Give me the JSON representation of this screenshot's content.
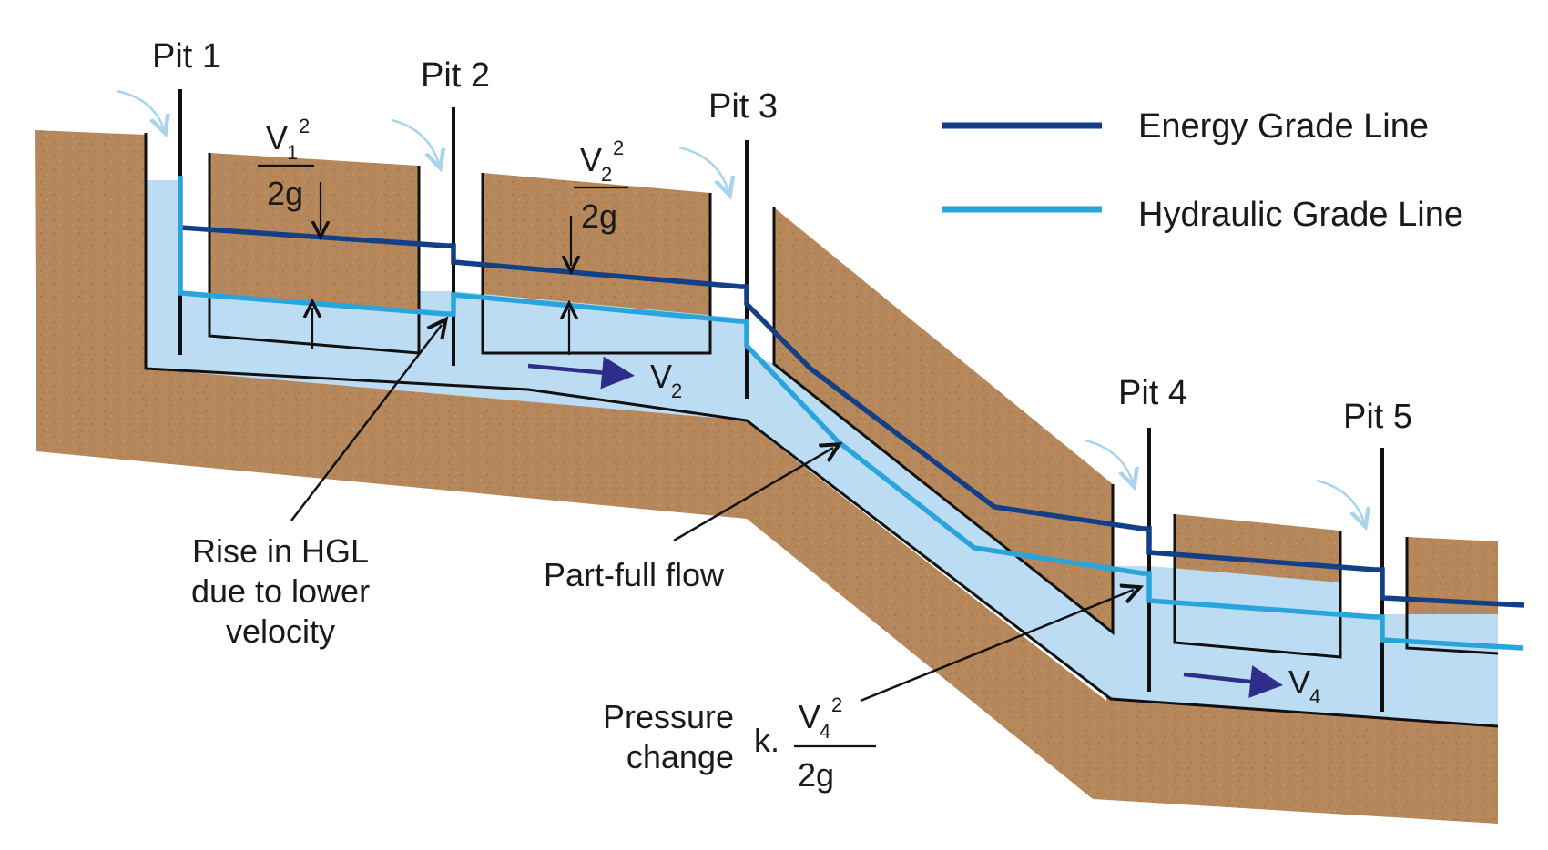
{
  "pits": [
    "Pit 1",
    "Pit 2",
    "Pit 3",
    "Pit 4",
    "Pit 5"
  ],
  "legend": {
    "egl": "Energy Grade Line",
    "hgl": "Hydraulic Grade Line"
  },
  "colors": {
    "egl": "#123f86",
    "hgl": "#2aa5dc",
    "soil": "#b5875a",
    "water": "#bcdcf3",
    "velocity_arrow": "#2e2e8a",
    "entry_arrow": "#a9d4ee"
  },
  "velocity_heads": [
    {
      "v": "V",
      "sub": "1",
      "sup": "2",
      "den": "2g"
    },
    {
      "v": "V",
      "sub": "2",
      "sup": "2",
      "den": "2g"
    }
  ],
  "velocity_labels": [
    {
      "v": "V",
      "sub": "2"
    },
    {
      "v": "V",
      "sub": "4"
    }
  ],
  "callouts": {
    "rise_hgl": [
      "Rise in HGL",
      "due to lower",
      "velocity"
    ],
    "part_full": "Part-full flow",
    "pressure": [
      "Pressure",
      "change"
    ],
    "pressure_formula": {
      "k": "k.",
      "v": "V",
      "sub": "4",
      "sup": "2",
      "den": "2g"
    }
  }
}
